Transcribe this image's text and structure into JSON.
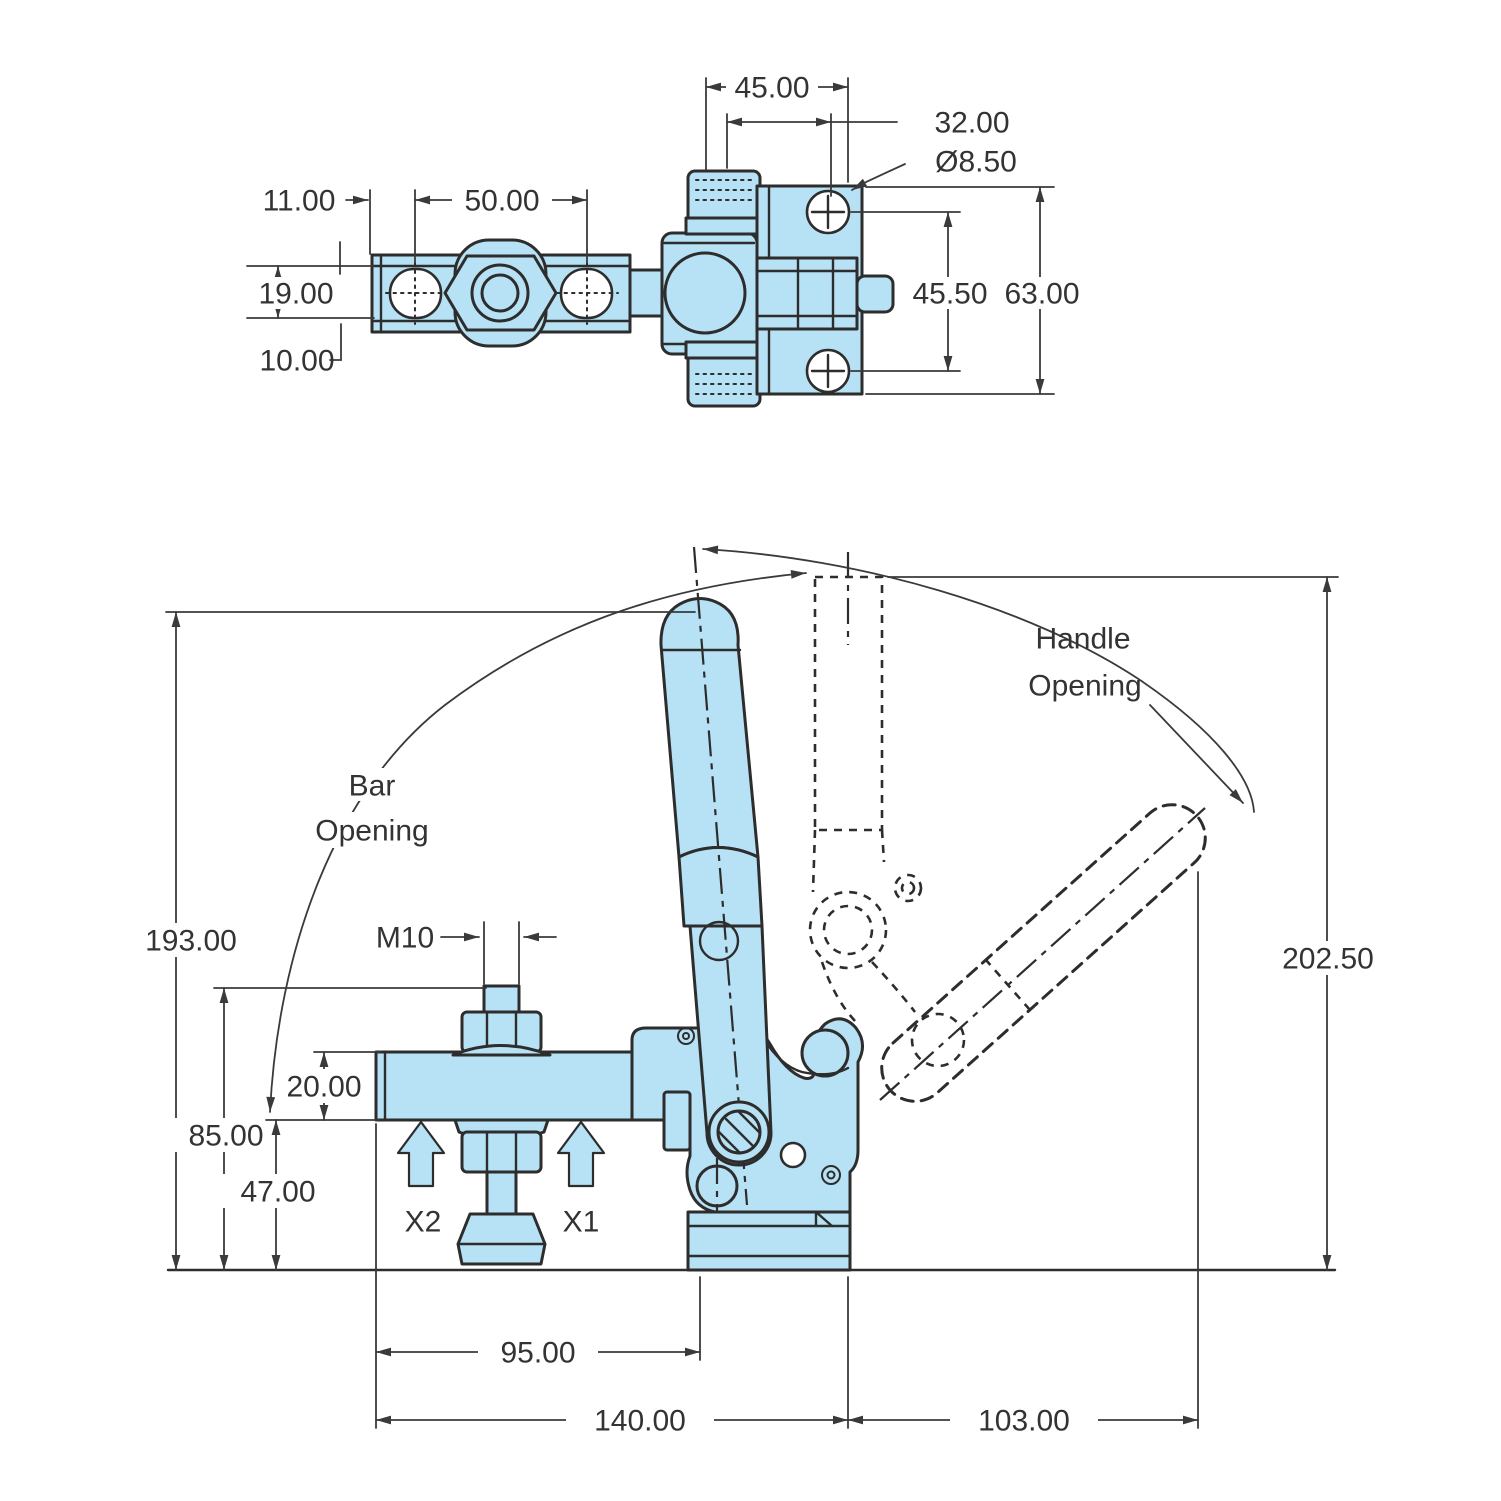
{
  "page": {
    "background": "#FFFFFF"
  },
  "colors": {
    "part_fill": "#B7E1F4",
    "outline": "#2D2D2D",
    "dim_line": "#3A3A3A",
    "text": "#333333"
  },
  "views": {
    "top": {
      "dimensions": {
        "d45": "45.00",
        "d32": "32.00",
        "dia": "Ø8.50",
        "d11": "11.00",
        "d50": "50.00",
        "d19": "19.00",
        "d10": "10.00",
        "d455": "45.50",
        "d63": "63.00"
      }
    },
    "front": {
      "dimensions": {
        "d193": "193.00",
        "d85": "85.00",
        "d47": "47.00",
        "d20": "20.00",
        "thread": "M10",
        "d95": "95.00",
        "d140": "140.00",
        "d103": "103.00",
        "d2025": "202.50"
      },
      "annotations": {
        "bar_opening": [
          "Bar",
          "Opening"
        ],
        "handle_opening": [
          "Handle",
          "Opening"
        ],
        "x1": "X1",
        "x2": "X2"
      }
    }
  }
}
